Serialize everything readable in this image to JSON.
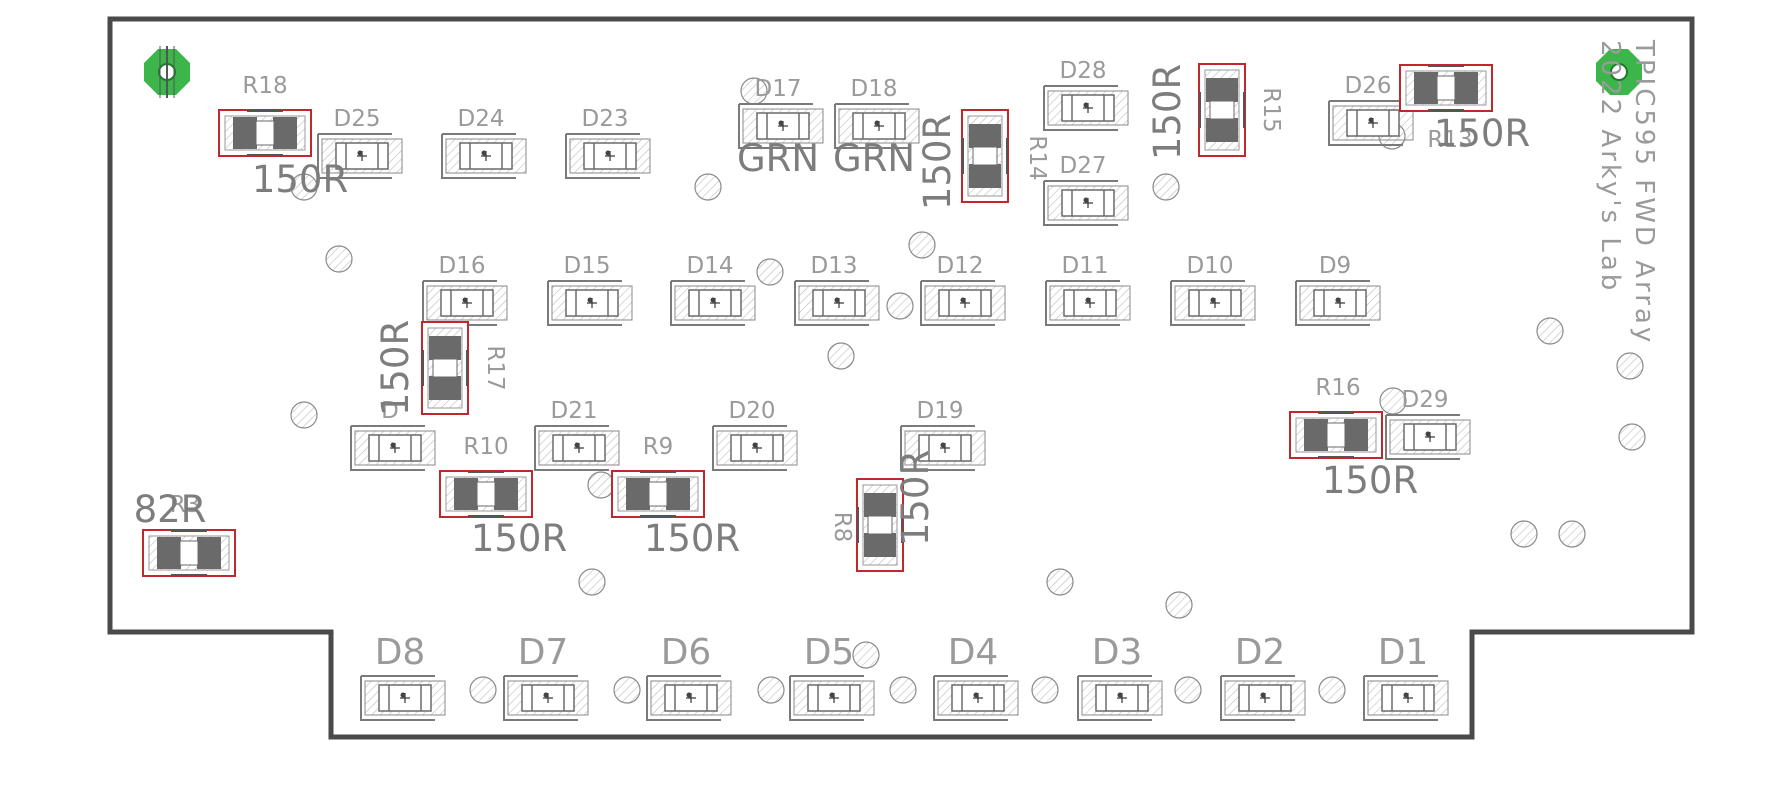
{
  "board": {
    "title_line1": "TPIC595 FWD Array",
    "title_line2": "2022 Arky's Lab",
    "colors": {
      "outline": "#4a4a4a",
      "silk": "#9a9a9a",
      "value_text": "#7d7d7d",
      "resistor_outline": "#c0282d",
      "pad_dark": "#6a6a6a",
      "mount_hole": "#3cb54a"
    }
  },
  "diodes": [
    {
      "ref": "D25"
    },
    {
      "ref": "D24"
    },
    {
      "ref": "D23"
    },
    {
      "ref": "D17",
      "value": "GRN"
    },
    {
      "ref": "D18",
      "value": "GRN"
    },
    {
      "ref": "D28"
    },
    {
      "ref": "D27"
    },
    {
      "ref": "D26"
    },
    {
      "ref": "D16"
    },
    {
      "ref": "D15"
    },
    {
      "ref": "D14"
    },
    {
      "ref": "D13"
    },
    {
      "ref": "D12"
    },
    {
      "ref": "D11"
    },
    {
      "ref": "D10"
    },
    {
      "ref": "D9"
    },
    {
      "ref": "D"
    },
    {
      "ref": "D21"
    },
    {
      "ref": "D20"
    },
    {
      "ref": "D19"
    },
    {
      "ref": "D29"
    },
    {
      "ref": "D8"
    },
    {
      "ref": "D7"
    },
    {
      "ref": "D6"
    },
    {
      "ref": "D5"
    },
    {
      "ref": "D4"
    },
    {
      "ref": "D3"
    },
    {
      "ref": "D2"
    },
    {
      "ref": "D1"
    }
  ],
  "resistors": [
    {
      "ref": "R18",
      "value": "150R"
    },
    {
      "ref": "R14",
      "value": "150R"
    },
    {
      "ref": "R15",
      "value": "150R"
    },
    {
      "ref": "R13",
      "value": "150R"
    },
    {
      "ref": "R17",
      "value": "150R"
    },
    {
      "ref": "R10",
      "value": "150R"
    },
    {
      "ref": "R9",
      "value": "150R"
    },
    {
      "ref": "R8",
      "value": "150R"
    },
    {
      "ref": "R16",
      "value": "150R"
    },
    {
      "ref": "R3",
      "value": "82R"
    }
  ]
}
